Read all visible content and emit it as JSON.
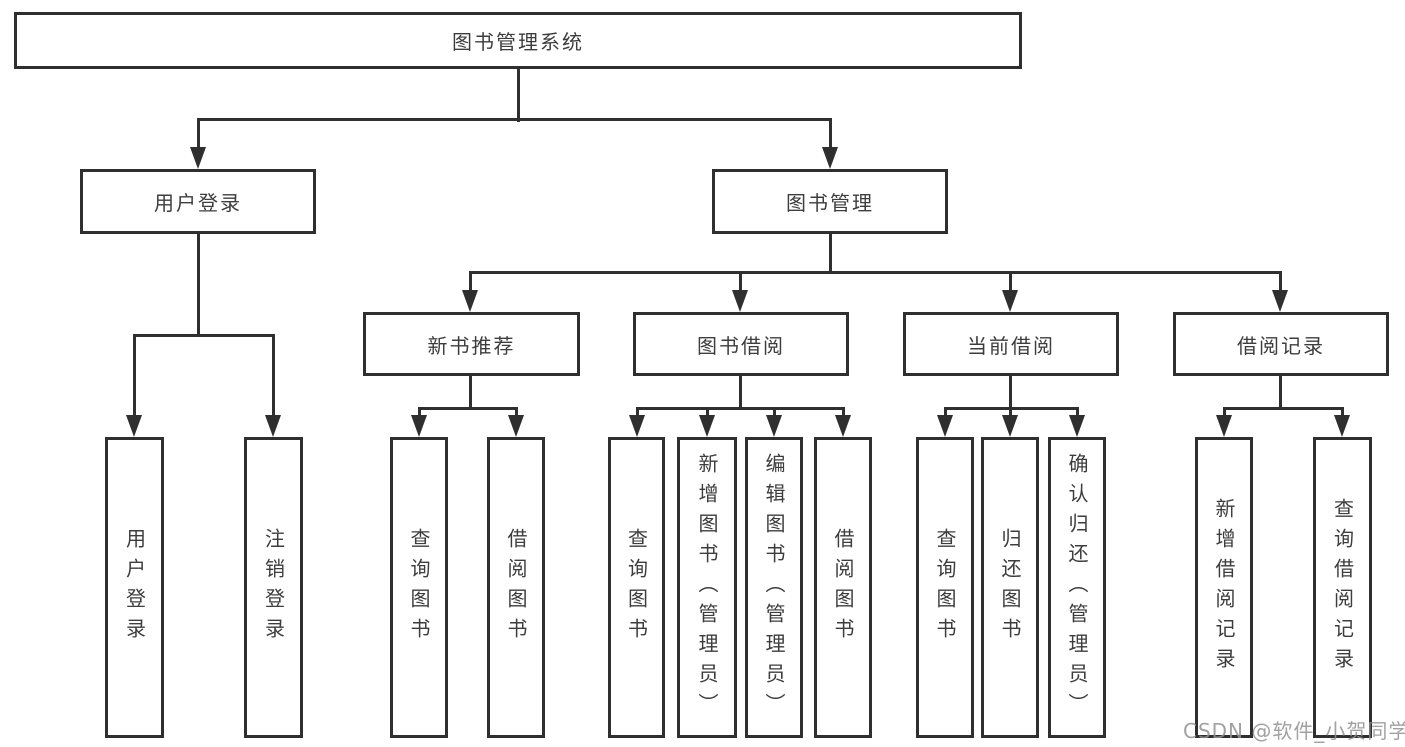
{
  "tree": {
    "label": "图书管理系统",
    "children": [
      {
        "label": "用户登录",
        "children": [
          {
            "label": "用户登录"
          },
          {
            "label": "注销登录"
          }
        ]
      },
      {
        "label": "图书管理",
        "children": [
          {
            "label": "新书推荐",
            "children": [
              {
                "label": "查询图书"
              },
              {
                "label": "借阅图书"
              }
            ]
          },
          {
            "label": "图书借阅",
            "children": [
              {
                "label": "查询图书"
              },
              {
                "label": "新增图书（管理员）"
              },
              {
                "label": "编辑图书（管理员）"
              },
              {
                "label": "借阅图书"
              }
            ]
          },
          {
            "label": "当前借阅",
            "children": [
              {
                "label": "查询图书"
              },
              {
                "label": "归还图书"
              },
              {
                "label": "确认归还（管理员）"
              }
            ]
          },
          {
            "label": "借阅记录",
            "children": [
              {
                "label": "新增借阅记录"
              },
              {
                "label": "查询借阅记录"
              }
            ]
          }
        ]
      }
    ]
  },
  "watermark": {
    "text": "CSDN @软件_小贺同学"
  },
  "colors": {
    "line": "#2f2f2f",
    "text": "#3d3d3d",
    "watermark": "#919191",
    "background": "#ffffff"
  }
}
